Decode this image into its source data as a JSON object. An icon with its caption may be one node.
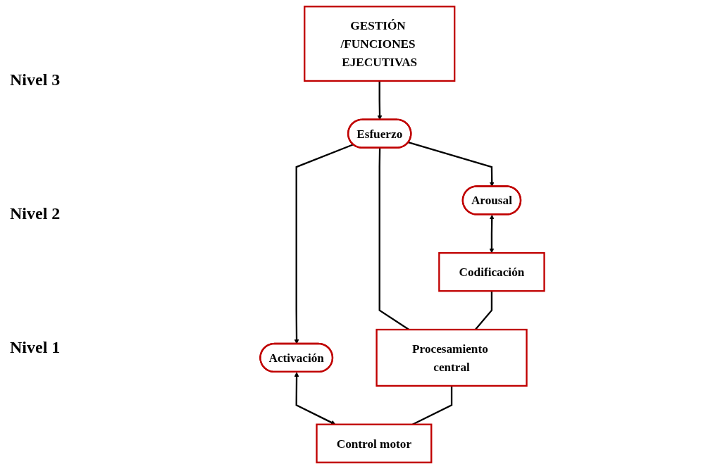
{
  "diagram": {
    "nodes": [
      {
        "text": [
          "GESTIÓN /FUNCIONES EJECUTIVAS"
        ]
      },
      {
        "text": [
          "Esfuerzo"
        ]
      },
      {
        "text": [
          "Arousal"
        ]
      },
      {
        "text": [
          "Activación"
        ]
      },
      {
        "text": [
          "Codificación"
        ]
      },
      {
        "text": [
          "Procesamiento central"
        ]
      },
      {
        "text": [
          "Control motor"
        ]
      }
    ],
    "edges": [
      {
        "from": 0,
        "to": 1,
        "arrow": "to"
      },
      {
        "from": 1,
        "to": 2,
        "arrow": "to"
      },
      {
        "from": 1,
        "to": 3,
        "arrow": "to"
      },
      {
        "from": 1,
        "to": 5,
        "arrow": "none"
      },
      {
        "from": 2,
        "to": 4,
        "arrow": "both"
      },
      {
        "from": 3,
        "to": 6,
        "arrow": "both"
      },
      {
        "from": 4,
        "to": 5,
        "arrow": "none"
      },
      {
        "from": 5,
        "to": 6,
        "arrow": "none"
      }
    ],
    "labels": [
      "Nivel 3",
      "Nivel 2",
      "Nivel 1"
    ]
  }
}
